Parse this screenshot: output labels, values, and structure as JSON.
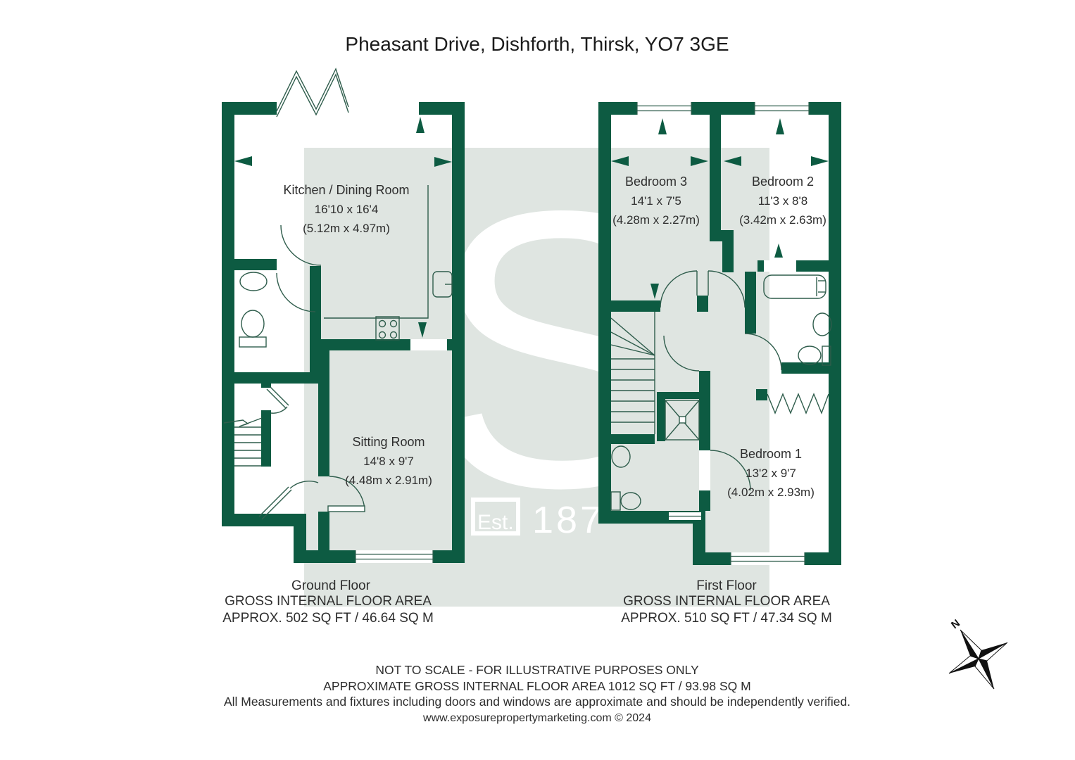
{
  "title": "Pheasant Drive, Dishforth, Thirsk, YO7 3GE",
  "watermark": {
    "letter": "S",
    "est": "Est.",
    "year": "187"
  },
  "compass": {
    "north": "N"
  },
  "ground_floor": {
    "heading": "Ground Floor",
    "area_line1": "GROSS INTERNAL FLOOR AREA",
    "area_line2": "APPROX. 502 SQ FT / 46.64 SQ M",
    "rooms": [
      {
        "name": "Kitchen / Dining Room",
        "imperial": "16'10 x 16'4",
        "metric": "(5.12m x 4.97m)"
      },
      {
        "name": "Sitting Room",
        "imperial": "14'8 x 9'7",
        "metric": "(4.48m x 2.91m)"
      }
    ]
  },
  "first_floor": {
    "heading": "First Floor",
    "area_line1": "GROSS INTERNAL FLOOR AREA",
    "area_line2": "APPROX. 510 SQ FT / 47.34 SQ M",
    "rooms": [
      {
        "name": "Bedroom 3",
        "imperial": "14'1 x 7'5",
        "metric": "(4.28m x 2.27m)"
      },
      {
        "name": "Bedroom 2",
        "imperial": "11'3 x 8'8",
        "metric": "(3.42m x 2.63m)"
      },
      {
        "name": "Bedroom 1",
        "imperial": "13'2 x 9'7",
        "metric": "(4.02m x 2.93m)"
      }
    ]
  },
  "footer": {
    "line1": "NOT TO SCALE - FOR ILLUSTRATIVE PURPOSES ONLY",
    "line2": "APPROXIMATE GROSS INTERNAL FLOOR AREA 1012 SQ FT / 93.98 SQ M",
    "line3": "All Measurements and fixtures including doors and windows are approximate and should be independently verified.",
    "line4": "www.exposurepropertymarketing.com © 2024"
  },
  "colors": {
    "wall": "#0d5b42",
    "band": "#dfe5e1",
    "line": "#2f5d4c",
    "text": "#2e2e2e"
  }
}
